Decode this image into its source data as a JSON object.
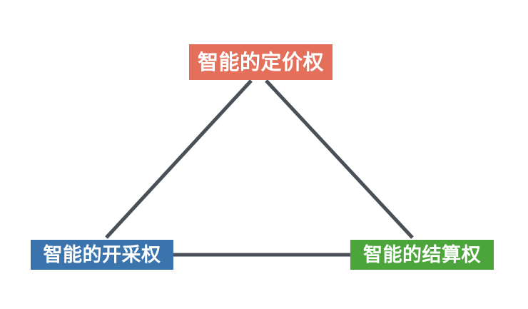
{
  "diagram": {
    "title_text": "",
    "background_color": "#ffffff",
    "edge_color": "#4a5058",
    "edge_width": 5,
    "nodes": [
      {
        "id": "top",
        "label": "智能的定价权",
        "color": "#e4705c",
        "text_color": "#ffffff",
        "icon": "rectangle-node"
      },
      {
        "id": "left",
        "label": "智能的开采权",
        "color": "#3b73ad",
        "text_color": "#ffffff",
        "icon": "rectangle-node"
      },
      {
        "id": "right",
        "label": "智能的结算权",
        "color": "#4ba53b",
        "text_color": "#ffffff",
        "icon": "rectangle-node"
      }
    ],
    "edges": [
      {
        "id": "top-left",
        "from": "top",
        "to": "left",
        "style": "solid"
      },
      {
        "id": "top-right",
        "from": "top",
        "to": "right",
        "style": "solid"
      },
      {
        "id": "left-right",
        "from": "left",
        "to": "right",
        "style": "solid"
      }
    ]
  }
}
